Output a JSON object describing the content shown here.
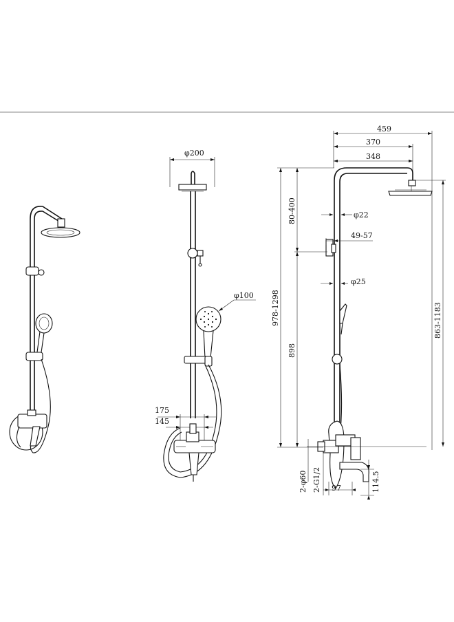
{
  "dimensions": {
    "head_diameter": "φ200",
    "hand_shower_diameter": "φ100",
    "inlet_spacing_outer": "175",
    "inlet_spacing_inner": "145",
    "total_width": "459",
    "arm_width_outer": "370",
    "arm_width_inner": "348",
    "arm_height_range": "80-400",
    "pipe_diameter_upper": "φ22",
    "clamp_range": "49-57",
    "pipe_diameter_lower": "φ25",
    "total_height_range": "978-1298",
    "rail_height": "898",
    "outlet_height_range": "863-1183",
    "flange_diameter": "2-φ60",
    "thread_size": "2-G1/2",
    "spout_projection": "97",
    "spout_drop": "114.5"
  },
  "colors": {
    "line": "#111111",
    "background": "#ffffff",
    "divider": "#888888"
  }
}
